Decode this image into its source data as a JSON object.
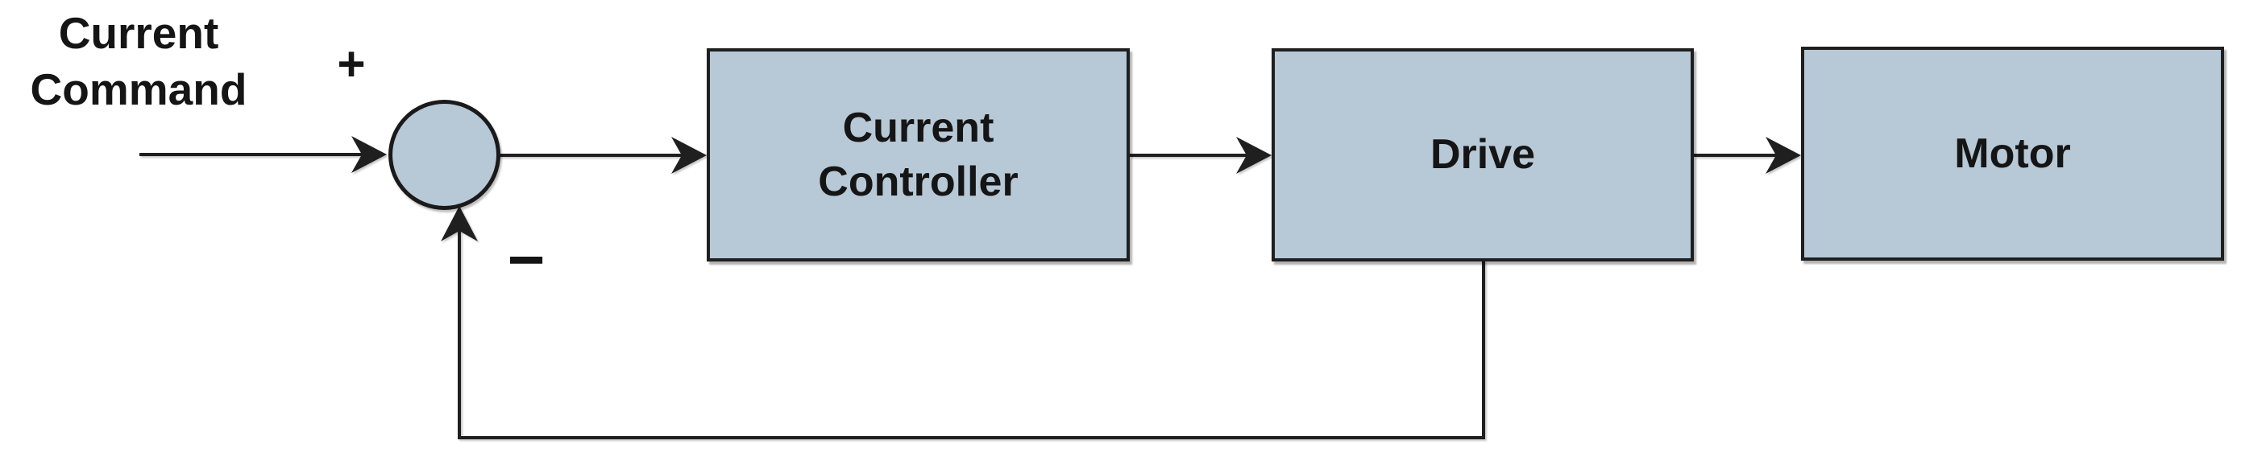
{
  "diagram": {
    "type": "control-loop-block-diagram",
    "background_color": "#ffffff",
    "block_fill_color": "#b7c8d6",
    "block_border_color": "#1f1f1f",
    "line_color": "#1f1f1f",
    "text_color": "#151515",
    "input_label": {
      "text": "Current Command",
      "lines": [
        "Current",
        "Command"
      ]
    },
    "sum_junction": {
      "plus": "+",
      "minus": "−"
    },
    "blocks": [
      {
        "id": "current-controller",
        "label": "Current Controller",
        "lines": [
          "Current",
          "Controller"
        ]
      },
      {
        "id": "drive",
        "label": "Drive"
      },
      {
        "id": "motor",
        "label": "Motor"
      }
    ],
    "edges": [
      {
        "from": "current-command-input",
        "to": "sum-junction",
        "sign": "+"
      },
      {
        "from": "sum-junction",
        "to": "current-controller"
      },
      {
        "from": "current-controller",
        "to": "drive"
      },
      {
        "from": "drive",
        "to": "motor"
      },
      {
        "from": "drive",
        "to": "sum-junction",
        "sign": "−",
        "type": "feedback"
      }
    ]
  }
}
